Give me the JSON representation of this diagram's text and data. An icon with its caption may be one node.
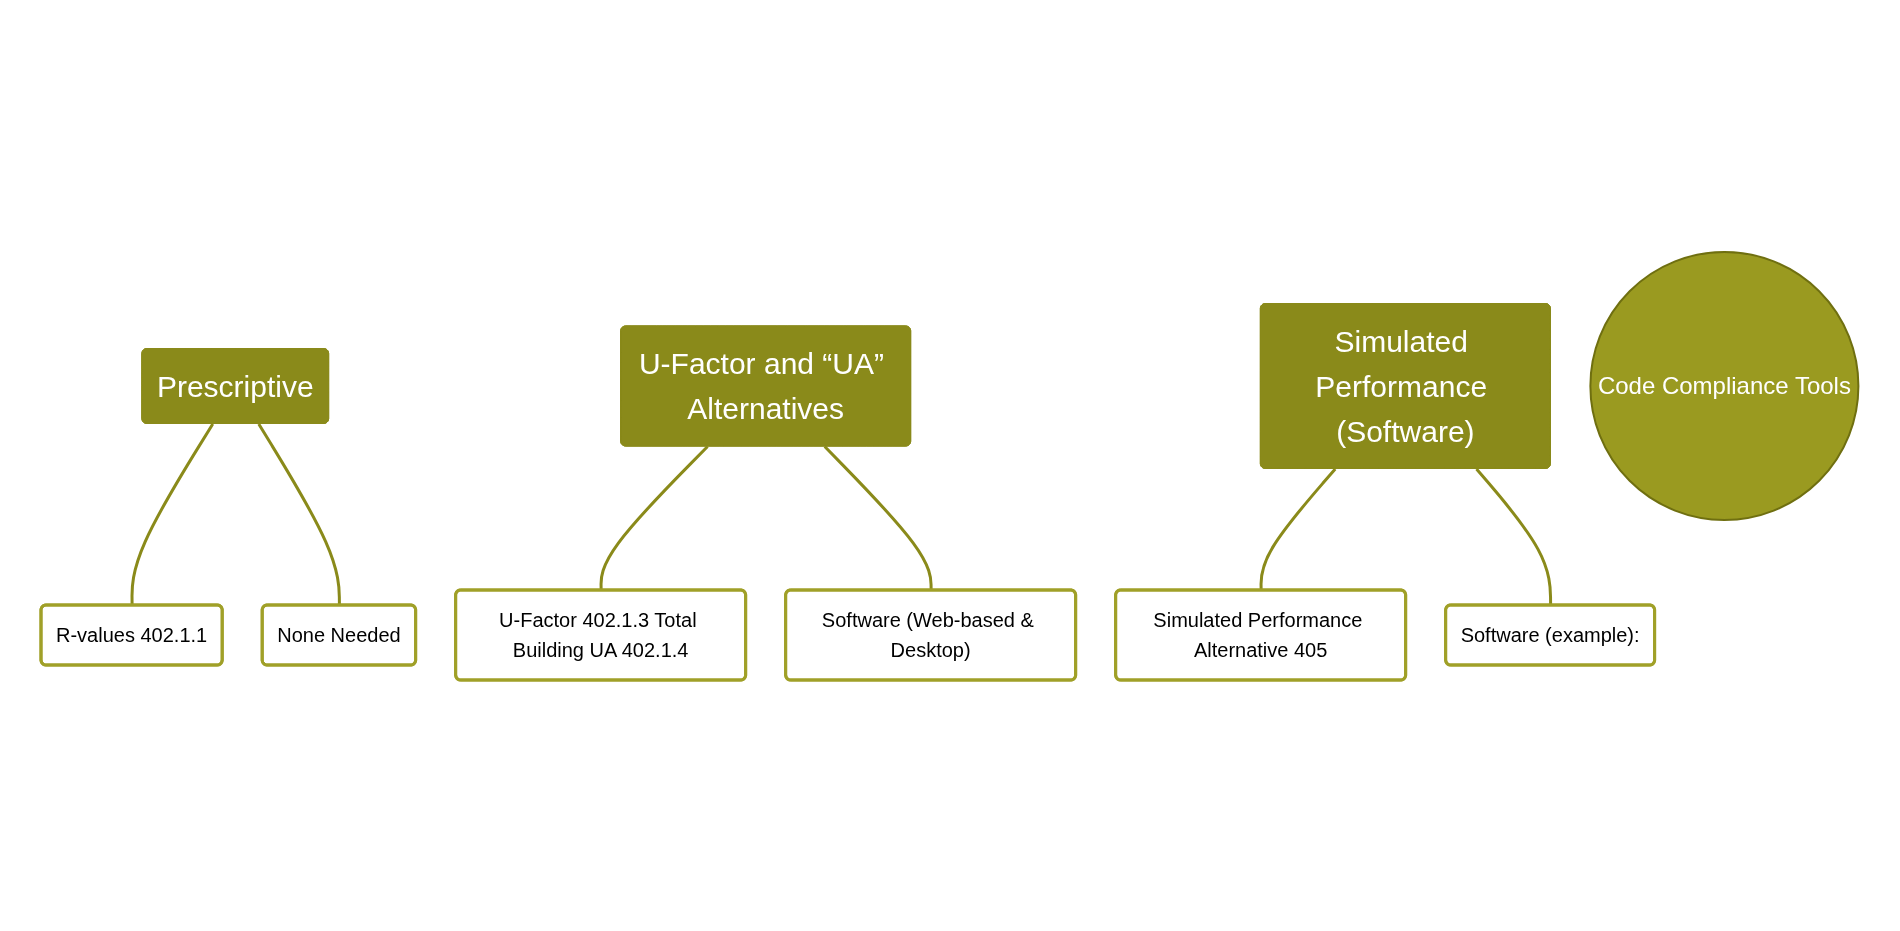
{
  "diagram": {
    "nodes": [
      {
        "text": [
          "Prescriptive"
        ]
      },
      {
        "text": [
          "R-values  402.1.1"
        ]
      },
      {
        "text": [
          "None Needed"
        ]
      },
      {
        "text": [
          "U-Factor and “UA” Alternatives"
        ]
      },
      {
        "text": [
          "U-Factor 402.1.3 Total Building UA 402.1.4"
        ]
      },
      {
        "text": [
          "Software (Web-based & Desktop)"
        ]
      },
      {
        "text": [
          "Simulated Performance (Software)"
        ]
      },
      {
        "text": [
          "Simulated Performance Alternative 405"
        ]
      },
      {
        "text": [
          "Software (example):"
        ]
      },
      {
        "text": [
          "Code Compliance Tools"
        ]
      }
    ],
    "edges": [
      {
        "from": 0,
        "to": 1,
        "arrow": "none"
      },
      {
        "from": 0,
        "to": 2,
        "arrow": "none"
      },
      {
        "from": 3,
        "to": 4,
        "arrow": "none"
      },
      {
        "from": 3,
        "to": 5,
        "arrow": "none"
      },
      {
        "from": 6,
        "to": 7,
        "arrow": "none"
      },
      {
        "from": 6,
        "to": 8,
        "arrow": "none"
      }
    ]
  }
}
